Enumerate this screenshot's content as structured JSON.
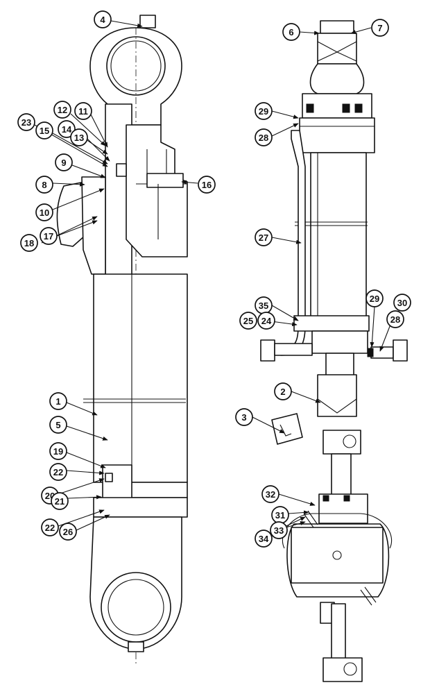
{
  "diagram": {
    "callouts": [
      "4",
      "12",
      "11",
      "23",
      "15",
      "14",
      "13",
      "9",
      "8",
      "10",
      "18",
      "17",
      "16",
      "1",
      "5",
      "19",
      "22",
      "20",
      "21",
      "22",
      "26",
      "6",
      "7",
      "29",
      "28",
      "27",
      "35",
      "25",
      "24",
      "29",
      "30",
      "28",
      "2",
      "3",
      "32",
      "31",
      "34",
      "33"
    ]
  }
}
